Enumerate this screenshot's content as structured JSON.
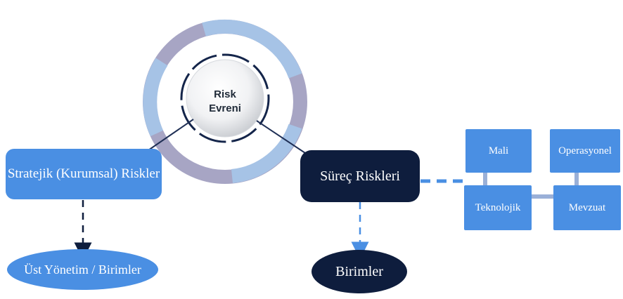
{
  "center": {
    "line1": "Risk",
    "line2": "Evreni"
  },
  "strategic": {
    "box": "Stratejik (Kurumsal) Riskler",
    "child": "Üst Yönetim / Birimler"
  },
  "process": {
    "box": "Süreç Riskleri",
    "child": "Birimler"
  },
  "categories": {
    "mali": "Mali",
    "operasyonel": "Operasyonel",
    "teknolojik": "Teknolojik",
    "mevzuat": "Mevzuat"
  },
  "colors": {
    "light_blue": "#4a8fe3",
    "dark_navy": "#0e1d3d",
    "ring_gray": "#a7a5c4",
    "ring_blue": "#a6c3e6",
    "connector": "#9ab0d8"
  }
}
